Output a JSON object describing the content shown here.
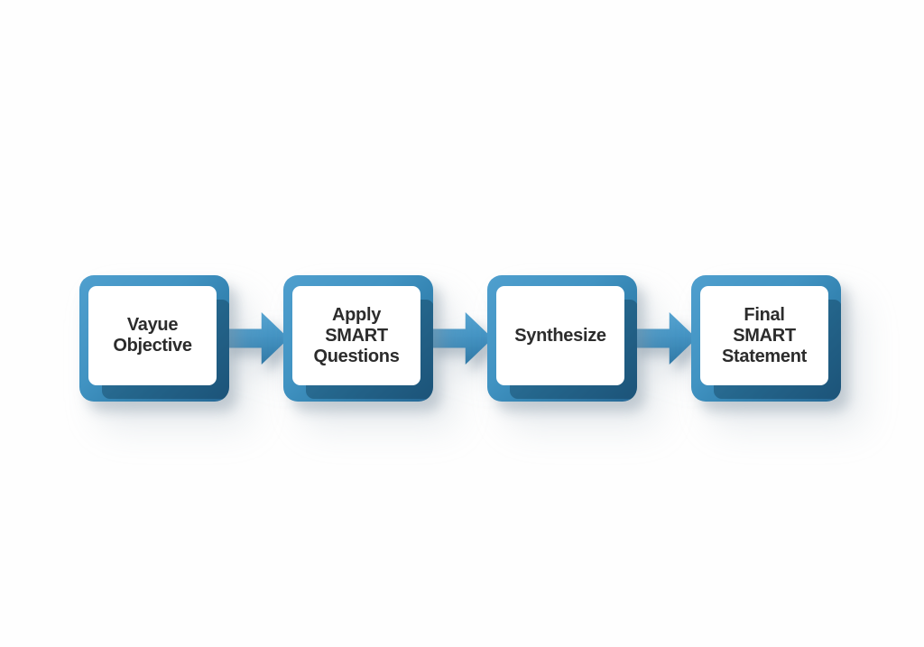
{
  "diagram": {
    "type": "flowchart",
    "direction": "left-to-right",
    "connector": "right-arrow",
    "steps": [
      {
        "id": "vague-objective",
        "label": "Vayue\nObjective"
      },
      {
        "id": "apply-smart-questions",
        "label": "Apply\nSMART\nQuestions"
      },
      {
        "id": "synthesize",
        "label": "Synthesize"
      },
      {
        "id": "final-smart-statement",
        "label": "Final\nSMART\nStatement"
      }
    ]
  },
  "colors": {
    "background": "#fefefe",
    "frame_light_blue": "#4f9fce",
    "frame_dark_blue": "#266794",
    "arrow_light_blue": "#55a4d2",
    "arrow_dark_blue": "#2d77a5",
    "panel_white": "#ffffff",
    "inner_shadow_blue": "rgba(10,45,70,0.35)",
    "drop_shadow_gray": "rgba(125,145,160,0.4)",
    "text": "#2c2c2c"
  }
}
